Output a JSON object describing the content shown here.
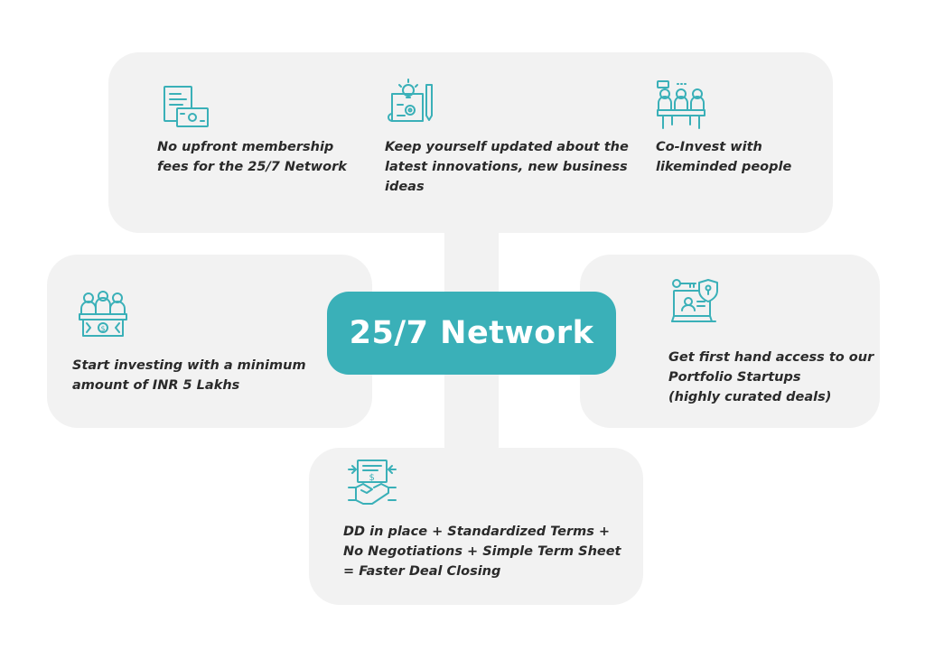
{
  "center": {
    "title": "25/7 Network"
  },
  "benefits": {
    "membership": {
      "text": "No upfront membership\nfees for the  25/7 Network",
      "icon": "membership-fee-icon"
    },
    "innovation": {
      "text": "Keep yourself updated about the\nlatest innovations, new business\nideas",
      "icon": "innovation-blueprint-icon"
    },
    "coinvest": {
      "text": "Co-Invest with\nlikeminded people",
      "icon": "co-invest-meeting-icon"
    },
    "minimum": {
      "text": "Start investing with a minimum\namount of INR 5 Lakhs",
      "icon": "investors-money-icon"
    },
    "access": {
      "text": "Get first hand access to our\nPortfolio Startups\n(highly curated deals)",
      "icon": "secure-access-icon"
    },
    "deal": {
      "text": "DD in place + Standardized Terms +\nNo Negotiations + Simple Term Sheet\n= Faster Deal Closing",
      "icon": "handshake-deal-icon"
    }
  },
  "colors": {
    "accent": "#3ab0b8",
    "panel": "#f2f2f2",
    "text": "#2a2a2a"
  }
}
